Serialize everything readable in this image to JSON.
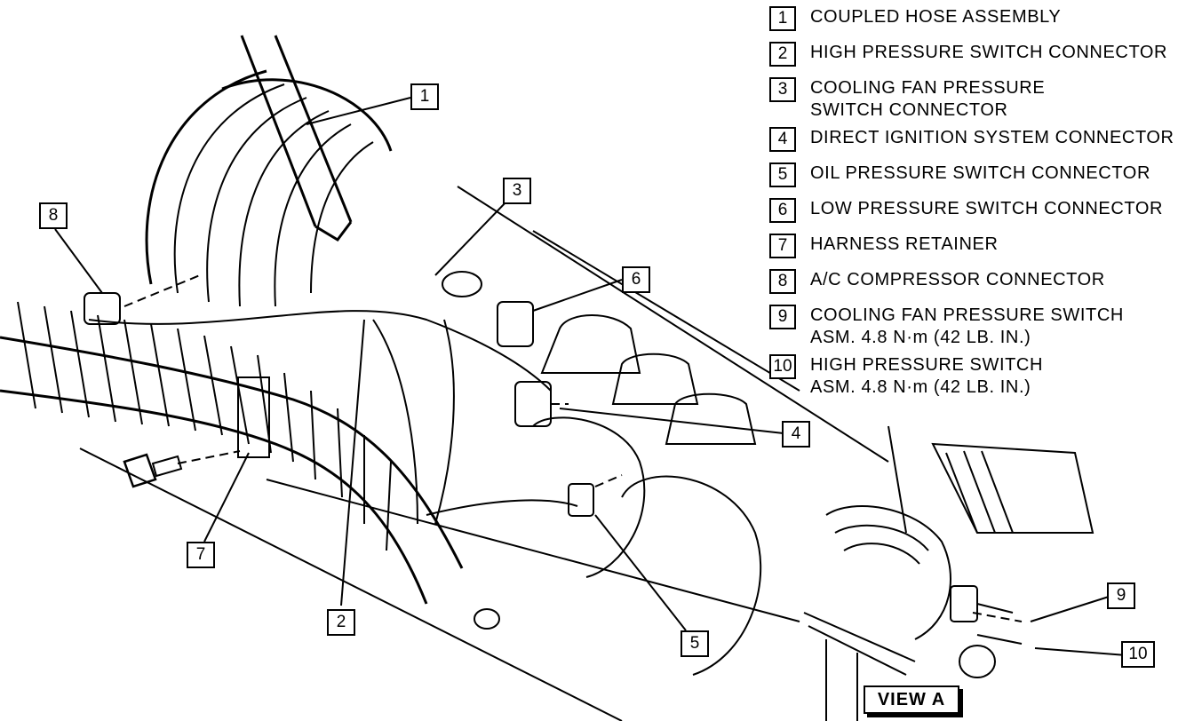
{
  "legend": {
    "items": [
      {
        "num": "1",
        "lines": [
          "COUPLED HOSE ASSEMBLY"
        ]
      },
      {
        "num": "2",
        "lines": [
          "HIGH PRESSURE SWITCH CONNECTOR"
        ]
      },
      {
        "num": "3",
        "lines": [
          "COOLING FAN PRESSURE",
          "SWITCH CONNECTOR"
        ]
      },
      {
        "num": "4",
        "lines": [
          "DIRECT IGNITION SYSTEM CONNECTOR"
        ]
      },
      {
        "num": "5",
        "lines": [
          "OIL PRESSURE SWITCH CONNECTOR"
        ]
      },
      {
        "num": "6",
        "lines": [
          "LOW PRESSURE SWITCH CONNECTOR"
        ]
      },
      {
        "num": "7",
        "lines": [
          "HARNESS RETAINER"
        ]
      },
      {
        "num": "8",
        "lines": [
          "A/C COMPRESSOR CONNECTOR"
        ]
      },
      {
        "num": "9",
        "lines": [
          "COOLING FAN PRESSURE SWITCH",
          "ASM. 4.8 N·m (42 LB. IN.)"
        ]
      },
      {
        "num": "10",
        "lines": [
          "HIGH PRESSURE SWITCH",
          "ASM. 4.8 N·m (42 LB. IN.)"
        ]
      }
    ]
  },
  "callouts": [
    "1",
    "2",
    "3",
    "4",
    "5",
    "6",
    "7",
    "8",
    "9",
    "10"
  ],
  "view_label": "VIEW A",
  "colors": {
    "ink": "#000000",
    "paper": "#ffffff"
  }
}
